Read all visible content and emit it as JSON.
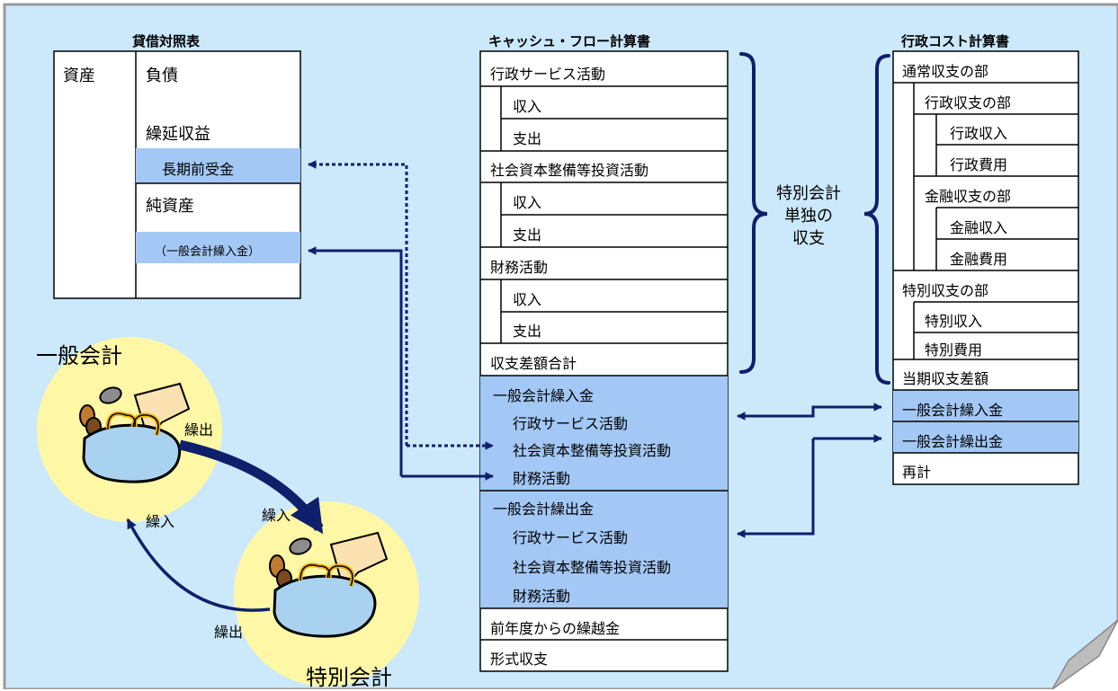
{
  "balance_sheet": {
    "title": "貸借対照表",
    "assets": "資産",
    "liabilities": "負債",
    "deferred_revenue": "繰延収益",
    "long_term_advance": "長期前受金",
    "net_assets": "純資産",
    "general_transfer": "（一般会計繰入金）"
  },
  "cash_flow": {
    "title": "キャッシュ・フロー計算書",
    "admin_service": "行政サービス活動",
    "income": "収入",
    "expense": "支出",
    "social_capital": "社会資本整備等投資活動",
    "financial": "財務活動",
    "balance_total": "収支差額合計",
    "gen_transfer_in": "一般会計繰入金",
    "gen_transfer_out": "一般会計繰出金",
    "carryover": "前年度からの繰越金",
    "formal_balance": "形式収支"
  },
  "admin_cost": {
    "title": "行政コスト計算書",
    "ordinary_section": "通常収支の部",
    "admin_section": "行政収支の部",
    "admin_income": "行政収入",
    "admin_cost": "行政費用",
    "financial_section": "金融収支の部",
    "financial_income": "金融収入",
    "financial_cost": "金融費用",
    "special_section": "特別収支の部",
    "special_income": "特別収入",
    "special_cost": "特別費用",
    "period_balance": "当期収支差額",
    "gen_transfer_in": "一般会計繰入金",
    "gen_transfer_out": "一般会計繰出金",
    "recount": "再計"
  },
  "brace_label": [
    "特別会計",
    "単独の",
    "収支"
  ],
  "flow": {
    "general_account": "一般会計",
    "special_account": "特別会計",
    "transfer_out_1": "繰出",
    "transfer_in_1": "繰入",
    "transfer_in_2": "繰入",
    "transfer_out_2": "繰出"
  },
  "colors": {
    "background": "#cce9fb",
    "highlight": "#a3c8f5",
    "arrow": "#0f1f6b",
    "circle": "#fdf7a6",
    "purse": "#a9d2f0",
    "clasp": "#f0b400"
  }
}
